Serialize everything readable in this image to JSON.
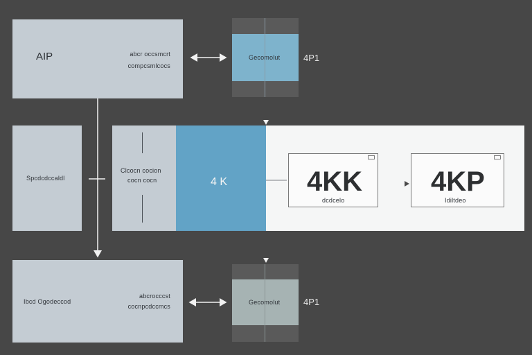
{
  "top_row": {
    "main_box_title": "AIP",
    "main_box_line1": "abcr occsmcrt",
    "main_box_line2": "compcsmlcocs",
    "tile_label": "Gecomolut",
    "side_label": "4P1"
  },
  "middle_row": {
    "left_box_label": "Spcdcdccaldl",
    "center_box_line1": "Clcocn cocion",
    "center_box_line2": "cocn cocn",
    "highlight_label": "4 K",
    "card1_title": "4KK",
    "card1_caption": "dcdcelo",
    "card2_title": "4KP",
    "card2_caption": "Idiltdeo"
  },
  "bottom_row": {
    "main_box_title": "Ibcd Ogodeccod",
    "main_box_line1": "abcrocccst",
    "main_box_line2": "cocnpcdccmcs",
    "tile_label": "Gecomolut",
    "side_label": "4P1"
  },
  "colors": {
    "background": "#474747",
    "panel": "#c4ccd3",
    "highlight_blue": "#62a3c6",
    "light_area": "#f5f6f6",
    "tile_blue": "#7eb3cc",
    "tile_gray": "#a6b3b3"
  }
}
